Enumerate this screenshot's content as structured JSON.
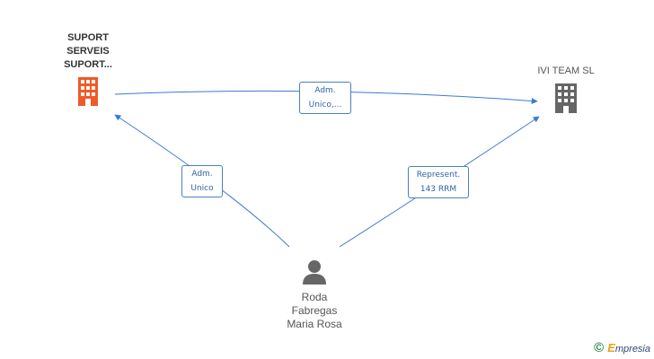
{
  "nodes": {
    "company_a": {
      "lines": [
        "SUPORT",
        "SERVEIS",
        "SUPORT..."
      ],
      "color": "#f05a28"
    },
    "company_b": {
      "lines": [
        "IVI TEAM SL"
      ],
      "color": "#666666"
    },
    "person": {
      "lines": [
        "Roda",
        "Fabregas",
        "Maria Rosa"
      ],
      "color": "#666666"
    }
  },
  "edges": {
    "a_to_b": {
      "lines": [
        "Adm.",
        "Unico,..."
      ]
    },
    "person_to_a": {
      "lines": [
        "Adm.",
        "Unico"
      ]
    },
    "person_to_b": {
      "lines": [
        "Represent.",
        "143 RRM"
      ]
    }
  },
  "colors": {
    "edge": "#3a7bd5",
    "edge_label_border": "#4a7fc1"
  },
  "watermark": {
    "copyright": "©",
    "brand_first": "E",
    "brand_rest": "mpresia"
  }
}
